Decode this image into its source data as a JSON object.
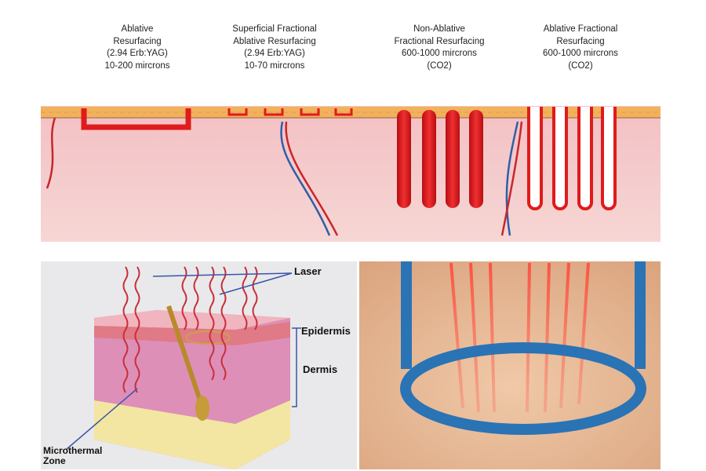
{
  "top_labels": [
    {
      "lines": [
        "Ablative",
        "Resurfacing",
        "(2.94 Erb:YAG)",
        "10-200 mircrons"
      ]
    },
    {
      "lines": [
        "Superficial Fractional",
        "Ablative Resurfacing",
        "(2.94 Erb:YAG)",
        "10-70 mircrons"
      ]
    },
    {
      "lines": [
        "Non-Ablative",
        "Fractional Resurfacing",
        "600-1000 mircrons",
        "(CO2)"
      ]
    },
    {
      "lines": [
        "Ablative Fractional",
        "Resurfacing",
        "600-1000 mircrons",
        "(CO2)"
      ]
    }
  ],
  "annotations": {
    "laser": "Laser",
    "epidermis": "Epidermis",
    "dermis": "Dermis",
    "microthermal_1": "Microthermal",
    "microthermal_2": "Zone"
  },
  "colors": {
    "laser_red": "#e01b1b",
    "vessel_blue": "#2f5fa8",
    "handpiece_blue": "#2a73b5"
  }
}
